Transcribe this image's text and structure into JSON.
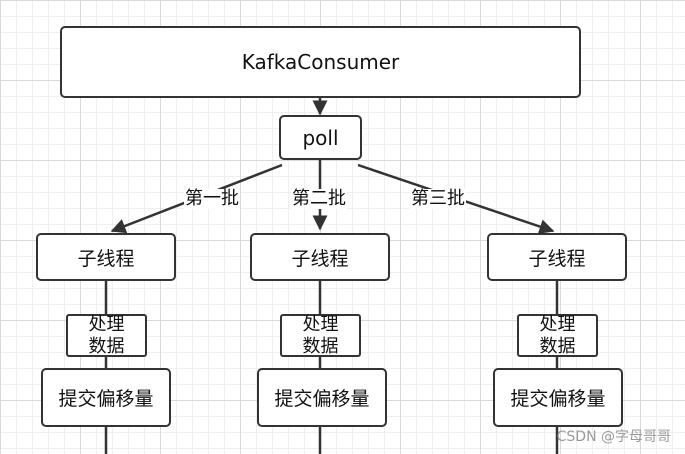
{
  "diagram": {
    "root": "KafkaConsumer",
    "poll": "poll",
    "edge_labels": [
      "第一批",
      "第二批",
      "第三批"
    ],
    "branches": [
      {
        "thread": "子线程",
        "process": "处理数据",
        "commit": "提交偏移量"
      },
      {
        "thread": "子线程",
        "process": "处理数据",
        "commit": "提交偏移量"
      },
      {
        "thread": "子线程",
        "process": "处理数据",
        "commit": "提交偏移量"
      }
    ]
  },
  "watermark": "CSDN @字母哥哥",
  "colors": {
    "stroke": "#333333",
    "fill": "#ffffff",
    "grid": "#d9d9d9"
  }
}
